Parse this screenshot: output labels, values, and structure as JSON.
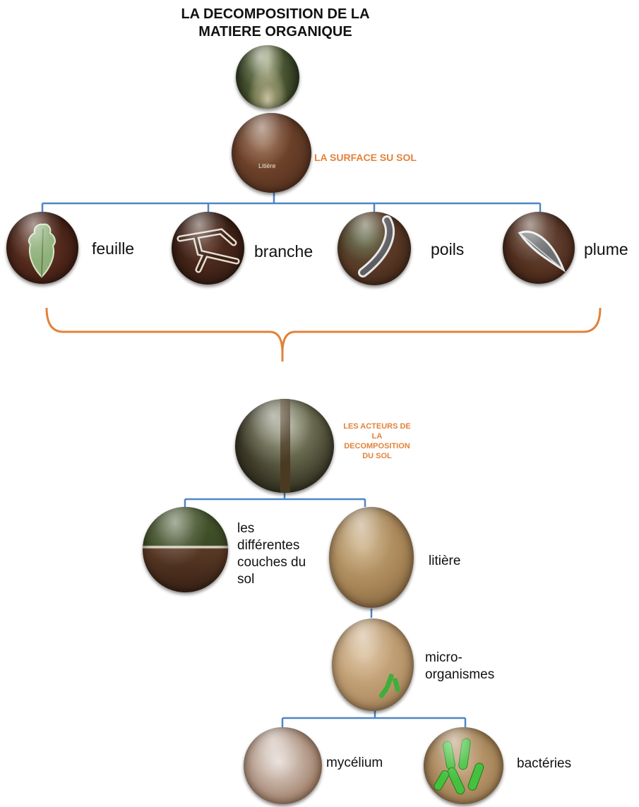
{
  "title": {
    "line1": "LA DECOMPOSITION DE LA",
    "line2": "MATIERE ORGANIQUE"
  },
  "surface": {
    "label": "LA SURFACE SU SOL",
    "photo_caption": "Litière"
  },
  "surface_items": [
    {
      "label": "feuille"
    },
    {
      "label": "branche"
    },
    {
      "label": "poils"
    },
    {
      "label": "plume"
    }
  ],
  "acteurs": {
    "line1": "LES ACTEURS DE",
    "line2": "LA",
    "line3": "DECOMPOSITION",
    "line4": "DU SOL"
  },
  "couches": {
    "line1": "les",
    "line2": "différentes",
    "line3": "couches du",
    "line4": "sol"
  },
  "litiere": {
    "label": "litière"
  },
  "micro": {
    "line1": "micro-",
    "line2": "organismes"
  },
  "mycelium": {
    "label": "mycélium"
  },
  "bacteries": {
    "label": "bactéries"
  },
  "colors": {
    "accent_orange": "#e2823a",
    "connector_blue": "#4f86c6"
  }
}
